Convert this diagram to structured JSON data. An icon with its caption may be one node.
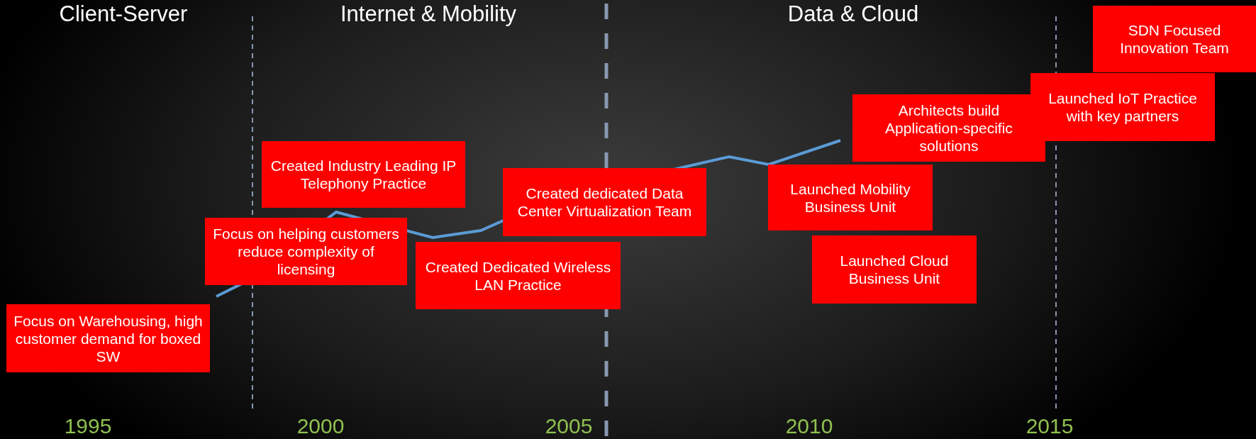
{
  "diagram": {
    "nodes": [
      {
        "text": [
          "Focus on Warehousing, high customer demand for boxed SW"
        ]
      },
      {
        "text": [
          "Focus on helping customers reduce complexity of licensing"
        ]
      },
      {
        "text": [
          "Created Industry Leading IP Telephony Practice"
        ]
      },
      {
        "text": [
          "Created Dedicated Wireless LAN Practice"
        ]
      },
      {
        "text": [
          "Created dedicated Data Center Virtualization Team"
        ]
      },
      {
        "text": [
          "Launched Mobility Business Unit"
        ]
      },
      {
        "text": [
          "Launched Cloud Business Unit"
        ]
      },
      {
        "text": [
          "Architects build Application-specific solutions"
        ]
      },
      {
        "text": [
          "Launched IoT Practice with key partners"
        ]
      },
      {
        "text": [
          "SDN Focused Innovation Team"
        ]
      }
    ],
    "edges": [],
    "labels": [
      "Client-Server",
      "Internet & Mobility",
      "Data & Cloud",
      "1995",
      "2000",
      "2005",
      "2010",
      "2015"
    ]
  }
}
